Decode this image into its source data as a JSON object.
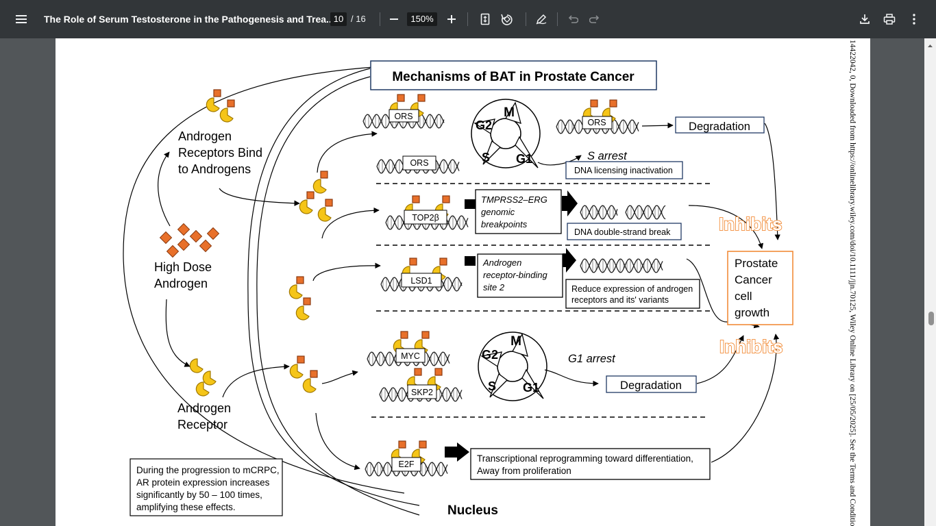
{
  "toolbar": {
    "title": "The Role of Serum Testosterone in the Pathogenesis and Trea...",
    "page_current": "10",
    "page_total": "/ 16",
    "zoom": "150%"
  },
  "figure": {
    "title": "Mechanisms of BAT in Prostate Cancer",
    "ar_bind_line1": "Androgen",
    "ar_bind_line2": "Receptors Bind",
    "ar_bind_line3": "to Androgens",
    "hda_line1": "High Dose",
    "hda_line2": "Androgen",
    "ar_line1": "Androgen",
    "ar_line2": "Receptor",
    "note_line1": "During the progression to mCRPC,",
    "note_line2": "AR protein expression increases",
    "note_line3": "significantly by 50 – 100 times,",
    "note_line4": "amplifying these effects.",
    "nucleus": "Nucleus",
    "ors": "ORS",
    "top2b": "TOP2β",
    "lsd1": "LSD1",
    "myc": "MYC",
    "skp2": "SKP2",
    "e2f": "E2F",
    "phase_m": "M",
    "phase_g2": "G2",
    "phase_s": "S",
    "phase_g1": "G1",
    "s_arrest": "S arrest",
    "dna_licensing": "DNA licensing inactivation",
    "degradation": "Degradation",
    "tmprss_line1": "TMPRSS2–ERG",
    "tmprss_line2": "genomic",
    "tmprss_line3": "breakpoints",
    "dsb": "DNA double-strand break",
    "arbs_line1": "Androgen",
    "arbs_line2": "receptor-binding",
    "arbs_line3": "site 2",
    "reduce_line1": "Reduce expression of androgen",
    "reduce_line2": "receptors and its' variants",
    "g1_arrest": "G1 arrest",
    "trans_line1": "Transcriptional reprogramming toward differentiation,",
    "trans_line2": "Away from proliferation",
    "inhibits": "Inhibits",
    "pcg_line1": "Prostate",
    "pcg_line2": "Cancer",
    "pcg_line3": "cell",
    "pcg_line4": "growth"
  },
  "sidebar_text": "14422042, 0, Downloaded from https://onlinelibrary.wiley.com/doi/10.1111/jjn.70125, Wiley Online Library on [25/05/2025]. See the Terms and Conditio",
  "colors": {
    "toolbar_bg": "#323639",
    "viewer_bg": "#525659",
    "receptor_yellow": "#f5c518",
    "androgen_orange": "#e8702a",
    "inhibits_orange": "#f28c38"
  }
}
